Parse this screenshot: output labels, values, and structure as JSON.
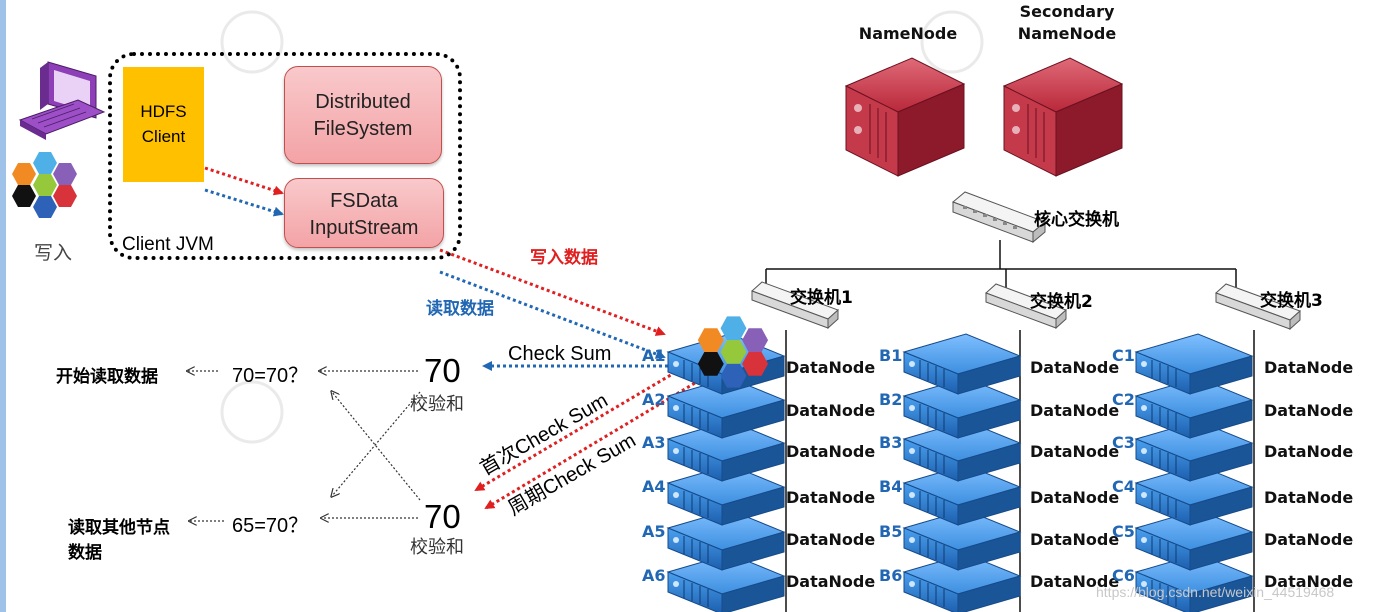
{
  "client": {
    "write_label": "写入",
    "hdfs_client": "HDFS Client",
    "distributed_fs": "Distributed FileSystem",
    "fsdata_stream": "FSData InputStream",
    "jvm_label": "Client JVM"
  },
  "arrows": {
    "write_data": "写入数据",
    "read_data": "读取数据",
    "check_sum": "Check Sum",
    "first_check_sum": "首次Check Sum",
    "periodic_check_sum": "周期Check Sum"
  },
  "verify": {
    "top": {
      "value": "70",
      "label": "校验和",
      "compare": "70=70？",
      "result": "开始读取数据"
    },
    "bottom": {
      "value": "70",
      "label": "校验和",
      "compare": "65=70？",
      "result_line1": "读取其他节点",
      "result_line2": "数据"
    }
  },
  "namenodes": {
    "primary": "NameNode",
    "secondary_line1": "Secondary",
    "secondary_line2": "NameNode"
  },
  "switches": {
    "core": "核心交换机",
    "s1": "交换机1",
    "s2": "交换机2",
    "s3": "交换机3"
  },
  "racks": [
    {
      "id": "A",
      "rows": [
        "A1",
        "A2",
        "A3",
        "A4",
        "A5",
        "A6"
      ]
    },
    {
      "id": "B",
      "rows": [
        "B1",
        "B2",
        "B3",
        "B4",
        "B5",
        "B6"
      ]
    },
    {
      "id": "C",
      "rows": [
        "C1",
        "C2",
        "C3",
        "C4",
        "C5",
        "C6"
      ]
    }
  ],
  "datanode_label": "DataNode",
  "watermark": "https://blog.csdn.net/weixin_44519468",
  "colors": {
    "red_arrow": "#e02020",
    "blue_arrow": "#2167b4",
    "server_blue": "#2a7fd4",
    "namenode_red": "#b8283a",
    "hdfs_client_bg": "#ffc000"
  },
  "icons": [
    "computer-icon",
    "hexagon-logo-icon",
    "server-rack-icon",
    "network-switch-icon",
    "namenode-server-icon"
  ]
}
